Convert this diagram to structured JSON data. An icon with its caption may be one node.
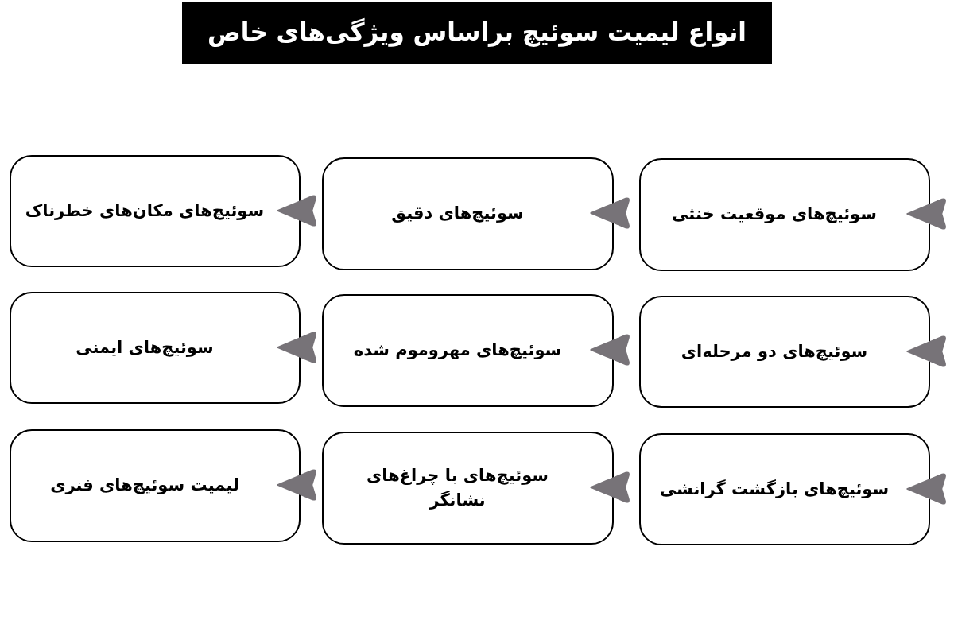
{
  "diagram": {
    "title": "انواع لیمیت سوئیچ براساس ویژگی‌های خاص",
    "nodes": [
      {
        "text": [
          "سوئیچ‌های موقعیت خنثی"
        ]
      },
      {
        "text": [
          "سوئیچ‌های دقیق"
        ]
      },
      {
        "text": [
          "سوئیچ‌های مکان‌های خطرناک"
        ]
      },
      {
        "text": [
          "سوئیچ‌های دو مرحله‌ای"
        ]
      },
      {
        "text": [
          "سوئیچ‌های مهروموم شده"
        ]
      },
      {
        "text": [
          "سوئیچ‌های ایمنی"
        ]
      },
      {
        "text": [
          "سوئیچ‌های بازگشت گرانشی"
        ]
      },
      {
        "text": [
          "سوئیچ‌های با چراغ‌های نشانگر"
        ]
      },
      {
        "text": [
          "لیمیت سوئیچ‌های فنری"
        ]
      }
    ]
  }
}
